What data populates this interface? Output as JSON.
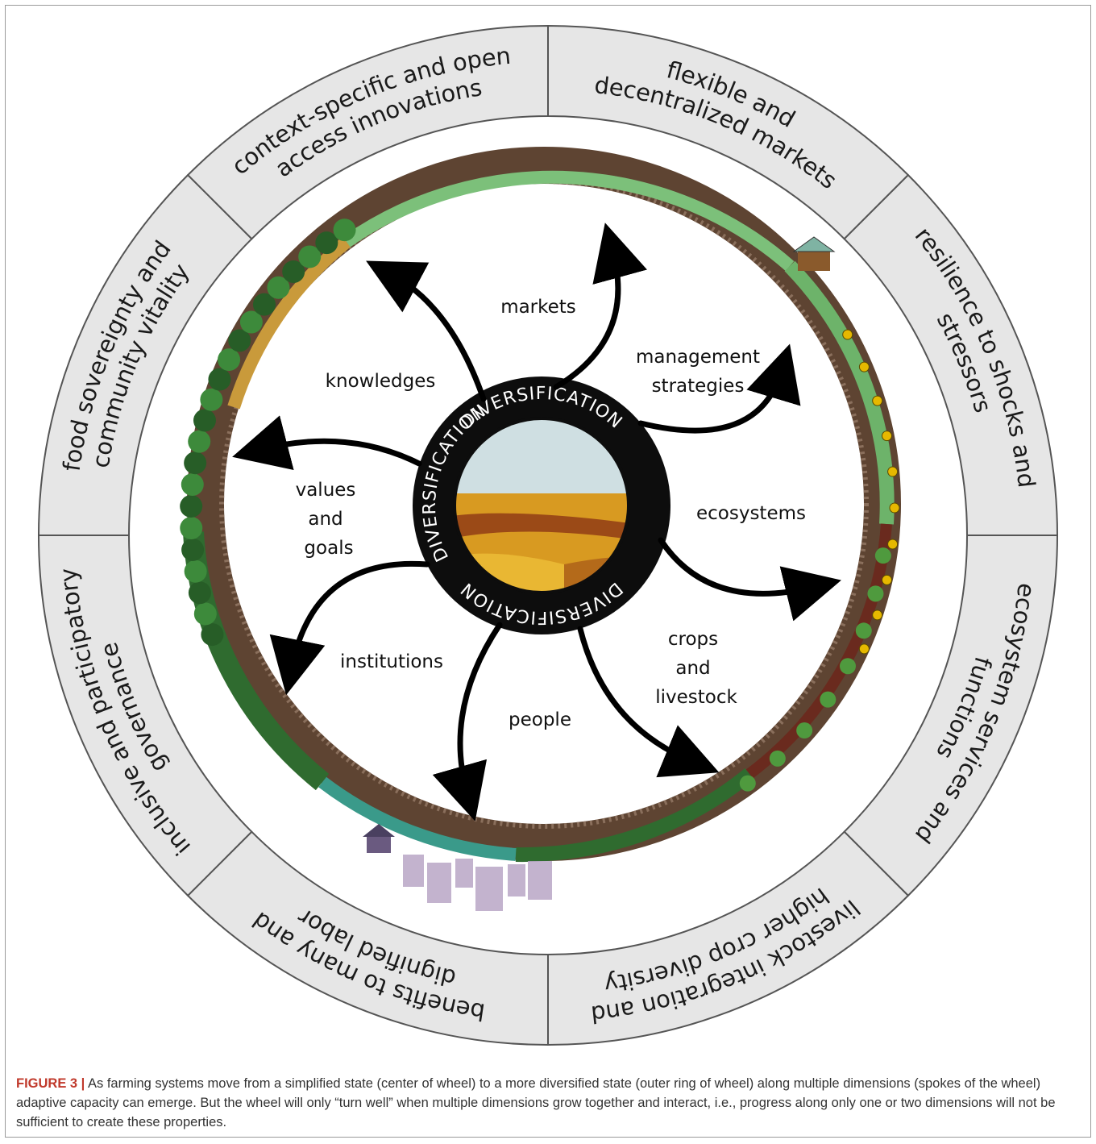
{
  "outer_segments": [
    {
      "id": "context",
      "lines": [
        "context-specific and open",
        "access innovations"
      ]
    },
    {
      "id": "markets",
      "lines": [
        "flexible and",
        "decentralized markets"
      ]
    },
    {
      "id": "resilience",
      "lines": [
        "resilience to shocks and",
        "stressors"
      ]
    },
    {
      "id": "ecosystem",
      "lines": [
        "ecosystem services and",
        "functions"
      ]
    },
    {
      "id": "livestock",
      "lines": [
        "livestock integration and",
        "higher crop diversity"
      ]
    },
    {
      "id": "benefits",
      "lines": [
        "benefits to many and",
        "dignified labor"
      ]
    },
    {
      "id": "governance",
      "lines": [
        "inclusive and participatory",
        "governance"
      ]
    },
    {
      "id": "sovereignty",
      "lines": [
        "food sovereignty and",
        "community vitality"
      ]
    }
  ],
  "spokes": {
    "markets": "markets",
    "management": [
      "management",
      "strategies"
    ],
    "ecosystems": "ecosystems",
    "crops": [
      "crops",
      "and",
      "livestock"
    ],
    "people": "people",
    "institutions": "institutions",
    "values": [
      "values",
      "and",
      "goals"
    ],
    "knowledges": "knowledges"
  },
  "hub_label": "DIVERSIFICATION",
  "caption": {
    "label": "FIGURE 3 |",
    "text": "As farming systems move from a simplified state (center of wheel) to a more diversified state (outer ring of wheel) along multiple dimensions (spokes of the wheel) adaptive capacity can emerge. But the wheel will only “turn well” when multiple dimensions grow together and interact, i.e., progress along only one or two dimensions will not be sufficient to create these properties."
  },
  "colors": {
    "segment_fill": "#e6e6e6",
    "segment_stroke": "#555555",
    "soil": "#5e4432",
    "grass": "#6db36a",
    "forest": "#2f6b2f",
    "dry_field": "#c99a3b",
    "hub": "#0d0d0d",
    "sky": "#cfdfe2",
    "wheat": "#d89a21"
  }
}
